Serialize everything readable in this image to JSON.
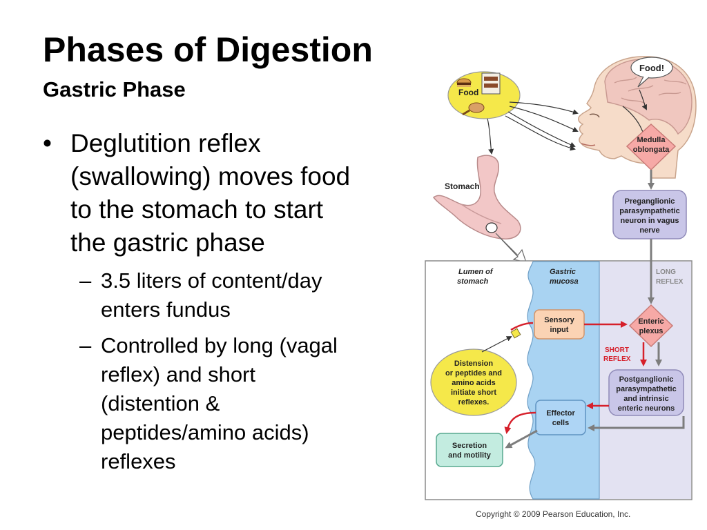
{
  "slide": {
    "title": "Phases of Digestion",
    "subtitle": "Gastric Phase"
  },
  "bullets": [
    {
      "text": "Deglutition reflex (swallowing) moves food to the stomach to start the gastric phase",
      "lines": [
        "Deglutition reflex",
        "(swallowing) moves food",
        "to the stomach to start",
        "the gastric phase"
      ],
      "sub": [
        {
          "text": "3.5 liters of content/day enters fundus",
          "lines": [
            "3.5 liters of content/day",
            "enters fundus"
          ]
        },
        {
          "text": "Controlled by long (vagal) reflex) and short (distention & peptides/amino acids) reflexes",
          "lines": [
            "Controlled by long (vagal",
            "reflex) and short",
            "(distention &",
            "peptides/amino acids)",
            "reflexes"
          ]
        }
      ]
    }
  ],
  "diagram": {
    "food": "Food",
    "food_bubble": "Food!",
    "stomach": "Stomach",
    "medulla": [
      "Medulla",
      "oblongata"
    ],
    "preganglionic": [
      "Preganglionic",
      "parasympathetic",
      "neuron in vagus",
      "nerve"
    ],
    "lumen": [
      "Lumen of",
      "stomach"
    ],
    "gastric_mucosa": [
      "Gastric",
      "mucosa"
    ],
    "long_reflex": [
      "LONG",
      "REFLEX"
    ],
    "sensory_input": [
      "Sensory",
      "input"
    ],
    "enteric_plexus": [
      "Enteric",
      "plexus"
    ],
    "short_reflex": [
      "SHORT",
      "REFLEX"
    ],
    "distension": [
      "Distension",
      "or peptides and",
      "amino acids",
      "initiate short",
      "reflexes."
    ],
    "postganglionic": [
      "Postganglionic",
      "parasympathetic",
      "and intrinsic",
      "enteric neurons"
    ],
    "effector": [
      "Effector",
      "cells"
    ],
    "secretion": [
      "Secretion",
      "and motility"
    ],
    "colors": {
      "food_yellow": "#f5e84a",
      "medulla_pink": "#f6a9a6",
      "neuron_lilac": "#c9c6e8",
      "mucosa_blue": "#a9d3f2",
      "long_panel": "#e3e2f2",
      "sensory_orange": "#fbd3b4",
      "effector_blue": "#aed5f5",
      "secretion_green": "#c3ece0",
      "reflex_red": "#d6202b",
      "arrow_gray": "#8a8a8a"
    }
  },
  "copyright": "Copyright © 2009 Pearson Education, Inc."
}
